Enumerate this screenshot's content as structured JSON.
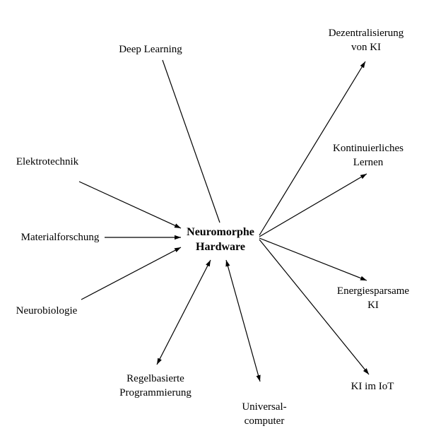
{
  "diagram": {
    "center": {
      "line1": "Neuromorphe",
      "line2": "Hardware"
    },
    "inputs": {
      "deep_learning": "Deep Learning",
      "elektrotechnik": "Elektrotechnik",
      "materialforschung": "Materialforschung",
      "neurobiologie": "Neurobiologie"
    },
    "bidirectional": {
      "regelbasiert": {
        "line1": "Regelbasierte",
        "line2": "Programmierung"
      },
      "universal": {
        "line1": "Universal-",
        "line2": "computer"
      }
    },
    "outputs": {
      "dezentral": {
        "line1": "Dezentralisierung",
        "line2": "von KI"
      },
      "kontinuierlich": {
        "line1": "Kontinuierliches",
        "line2": "Lernen"
      },
      "energie": {
        "line1": "Energiesparsame",
        "line2": "KI"
      },
      "iot": "KI im IoT"
    },
    "line_color": "#000000"
  }
}
